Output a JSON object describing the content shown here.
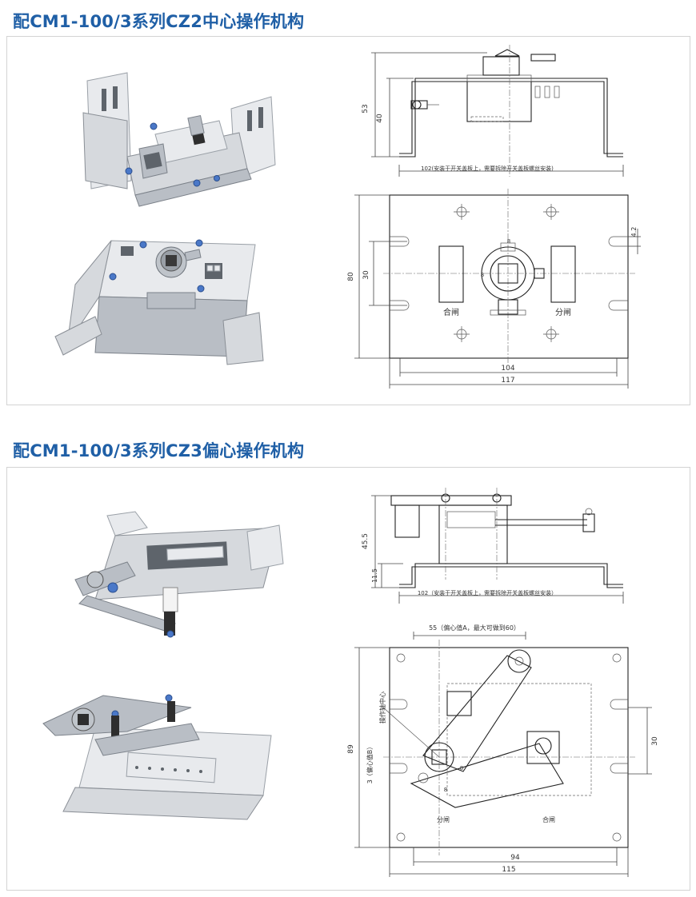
{
  "section1": {
    "title": "配CM1-100/3系列CZ2中心操作机构",
    "top_view": {
      "dim_overall_height": "53",
      "dim_height": "40",
      "dim_width_note": "102(安装于开关盖板上，需要拆除开关盖板螺丝安装)"
    },
    "plan_view": {
      "dim_height": "80",
      "dim_hole_spacing": "30",
      "dim_offset": "4.2",
      "dim_top_small": "8",
      "dim_left_small": "8",
      "label_left": "合闸",
      "label_right": "分闸",
      "dim_inner_width": "104",
      "dim_outer_width": "117"
    }
  },
  "section2": {
    "title": "配CM1-100/3系列CZ3偏心操作机构",
    "top_view": {
      "dim_overall_height": "45.5",
      "dim_small_height": "11.5",
      "dim_width_note": "102（安装于开关盖板上，需要拆除开关盖板螺丝安装）"
    },
    "plan_view": {
      "dim_eccentric_a": "55（偏心值A，最大可做到60）",
      "label_shaft_center": "操作轴中心",
      "dim_height": "89",
      "dim_eccentric_b": "3（偏心值B）",
      "dim_small_a": "8",
      "dim_small_b": "8",
      "dim_hole_spacing": "30",
      "label_left": "分闸",
      "label_right": "合闸",
      "dim_inner_width": "94",
      "dim_outer_width": "115"
    }
  },
  "colors": {
    "title": "#1f5fa6",
    "panel_border": "#d3d3d3",
    "metal": "#d6d9dd",
    "screw": "#4a78c8"
  }
}
